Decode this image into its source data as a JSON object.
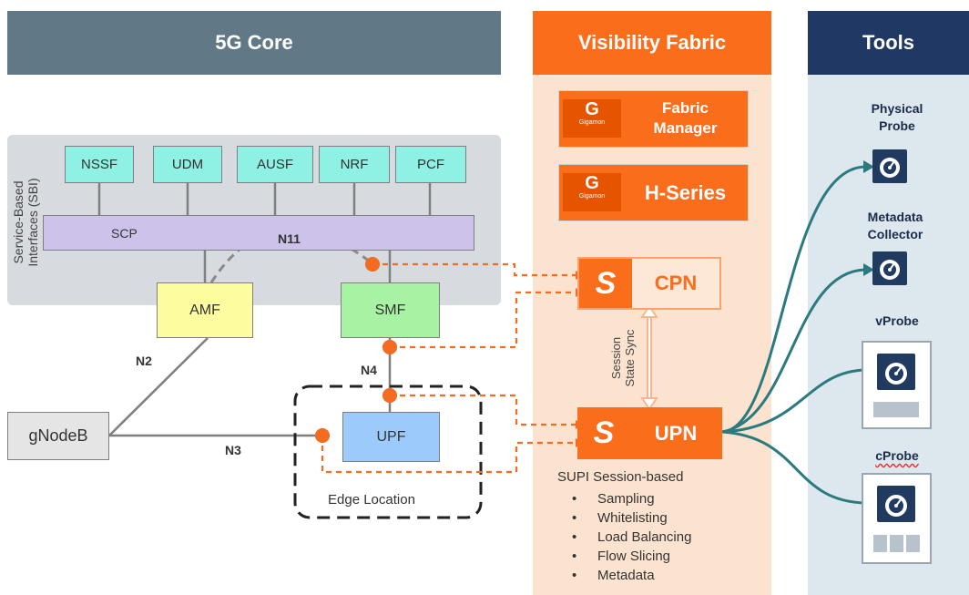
{
  "headers": {
    "core": "5G Core",
    "fabric": "Visibility Fabric",
    "tools": "Tools"
  },
  "sbi_label": "Service-Based\nInterfaces (SBI)",
  "sbi_label_line1": "Service-Based",
  "sbi_label_line2": "Interfaces (SBI)",
  "nfs": {
    "nssf": "NSSF",
    "udm": "UDM",
    "ausf": "AUSF",
    "nrf": "NRF",
    "pcf": "PCF",
    "scp": "SCP",
    "amf": "AMF",
    "smf": "SMF",
    "upf": "UPF",
    "gnodeb": "gNodeB"
  },
  "interfaces": {
    "n11": "N11",
    "n2": "N2",
    "n3": "N3",
    "n4": "N4"
  },
  "edge_location": "Edge Location",
  "fabric": {
    "fabric_manager_line1": "Fabric",
    "fabric_manager_line2": "Manager",
    "h_series": "H-Series",
    "gigamon": "Gigamon",
    "cpn": "CPN",
    "upn": "UPN",
    "session_sync_line1": "Session",
    "session_sync_line2": "State Sync",
    "supi_title": "SUPI Session-based",
    "features": [
      "Sampling",
      "Whitelisting",
      "Load Balancing",
      "Flow Slicing",
      "Metadata"
    ]
  },
  "tools": {
    "physical_probe_line1": "Physical",
    "physical_probe_line2": "Probe",
    "metadata_collector_line1": "Metadata",
    "metadata_collector_line2": "Collector",
    "vprobe": "vProbe",
    "cprobe": "cProbe"
  },
  "colors": {
    "core_header": "#617887",
    "fabric_header": "#f96d1b",
    "tools_header": "#1f3864",
    "fabric_bg": "#fce3cf",
    "tools_bg": "#dde7ee",
    "tap": "#f36c21",
    "teal": "#2b7a7f"
  }
}
